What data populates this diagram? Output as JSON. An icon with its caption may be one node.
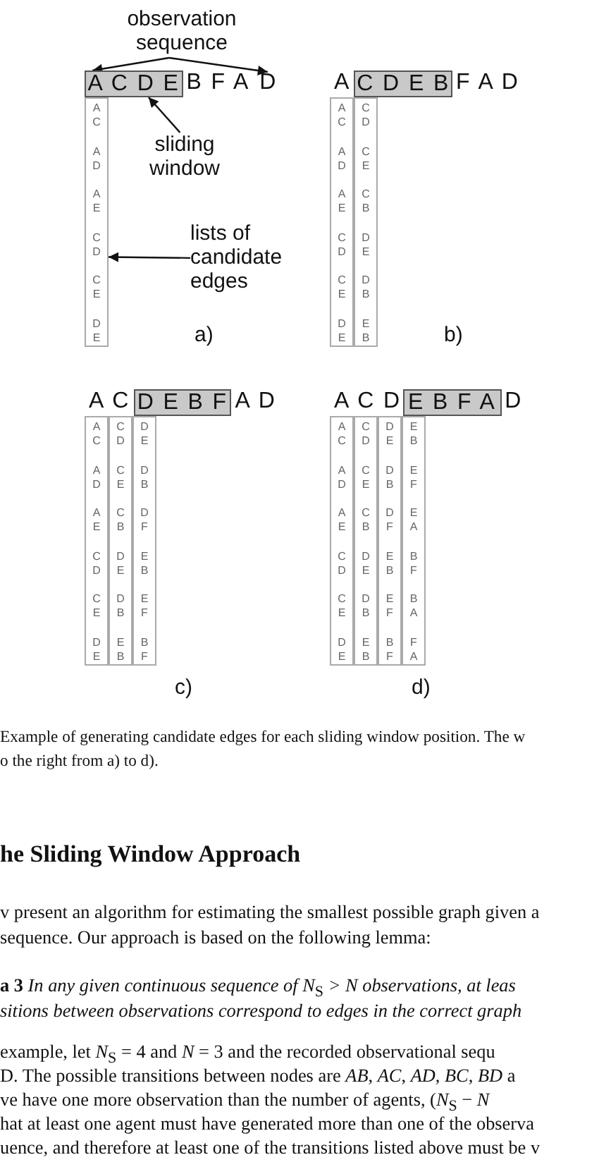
{
  "diagram": {
    "nodes": [
      {
        "text": [
          "observation sequence"
        ]
      },
      {
        "text": [
          "A C D E"
        ]
      },
      {
        "text": [
          "D"
        ]
      },
      {
        "text": [
          "C D E B"
        ]
      },
      {
        "text": [
          "sliding window"
        ]
      },
      {
        "text": [
          "A C",
          "A D",
          "A E",
          "C D",
          "C E",
          "D E"
        ]
      },
      {
        "text": [
          "A C",
          "A D",
          "A E",
          "C D",
          "C E",
          "D E"
        ]
      },
      {
        "text": [
          "C D",
          "C E",
          "C B",
          "D E",
          "D B",
          "E B"
        ]
      },
      {
        "text": [
          "lists of candidate edges"
        ]
      },
      {
        "text": [
          "D E B F"
        ]
      },
      {
        "text": [
          "E B F A"
        ]
      },
      {
        "text": [
          "A C",
          "A D",
          "A E",
          "C D",
          "C E",
          "D E"
        ]
      },
      {
        "text": [
          "C D",
          "C E",
          "C B",
          "D E",
          "D B",
          "E B"
        ]
      },
      {
        "text": [
          "D E",
          "D B",
          "D F",
          "E B",
          "E F",
          "B F"
        ]
      },
      {
        "text": [
          "A C",
          "A D",
          "A E",
          "C D",
          "C E",
          "D E"
        ]
      },
      {
        "text": [
          "C D",
          "C E",
          "C B",
          "D E",
          "D B",
          "E B"
        ]
      },
      {
        "text": [
          "D E",
          "D B",
          "D F",
          "E B",
          "E F",
          "B F"
        ]
      },
      {
        "text": [
          "E B",
          "E F",
          "E A",
          "B F",
          "B A",
          "F A"
        ]
      }
    ],
    "edges": [
      {
        "from": 0,
        "to": 1,
        "arrow": "to"
      },
      {
        "from": 0,
        "to": 2,
        "arrow": "to"
      },
      {
        "from": 4,
        "to": 1,
        "arrow": "to"
      },
      {
        "from": 8,
        "to": 5,
        "arrow": "to"
      }
    ],
    "labels": [
      "B F A",
      "A",
      "F A D",
      "a)",
      "b)",
      "A C",
      "A D",
      "A C D",
      "D",
      "c)",
      "d)",
      "Example of generating candidate edges for each sliding window position. The w",
      "o the right from a) to d).",
      "he Sliding Window Approach",
      "v present an algorithm for estimating the smallest possible graph given a",
      "sequence. Our approach is based on the following lemma:",
      "**a 3** *In any given continuous sequence of N*$_{S}$ *> N observations, at leas*",
      "sitions between observations correspond to edges in the correct graph",
      "example, let *N*$_{S}$ = 4 and *N* = 3 and the recorded observational sequ",
      "D. The possible transitions between nodes are *AB*, *AC*, *AD*, *BC*, *BD* a",
      "ve have one more observation than the number of agents, (*N*$_{S}$ − *N*",
      "hat at least one agent must have generated more than one of the observa",
      "uence, and therefore at least one of the transitions listed above must be v"
    ]
  }
}
